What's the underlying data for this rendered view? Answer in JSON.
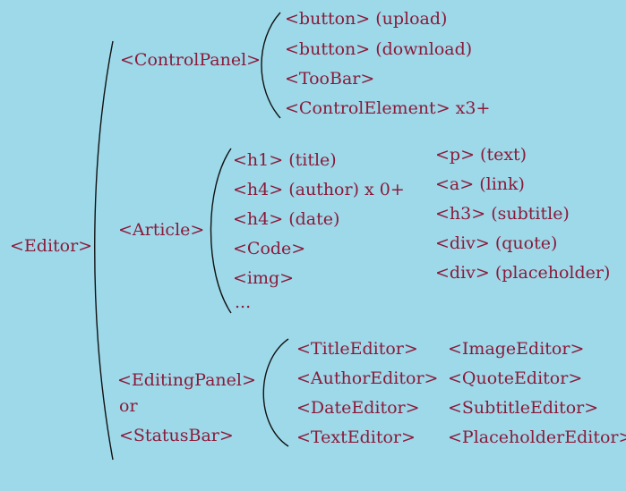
{
  "root": {
    "label": "<Editor>"
  },
  "control_panel": {
    "label": "<ControlPanel>",
    "children": [
      "<button> (upload)",
      "<button> (download)",
      "<TooBar>",
      "<ControlElement> x3+"
    ]
  },
  "article": {
    "label": "<Article>",
    "children_left": [
      "<h1> (title)",
      "<h4> (author) x 0+",
      "<h4> (date)",
      "<Code>",
      "<img>",
      "..."
    ],
    "children_right": [
      "<p> (text)",
      "<a> (link)",
      "<h3> (subtitle)",
      "<div> (quote)",
      "<div> (placeholder)"
    ]
  },
  "editing_panel": {
    "label_lines": [
      "<EditingPanel>",
      "or",
      "<StatusBar>"
    ],
    "children_left": [
      "<TitleEditor>",
      "<AuthorEditor>",
      "<DateEditor>",
      "<TextEditor>"
    ],
    "children_right": [
      "<ImageEditor>",
      "<QuoteEditor>",
      "<SubtitleEditor>",
      "<PlaceholderEditor>"
    ]
  }
}
